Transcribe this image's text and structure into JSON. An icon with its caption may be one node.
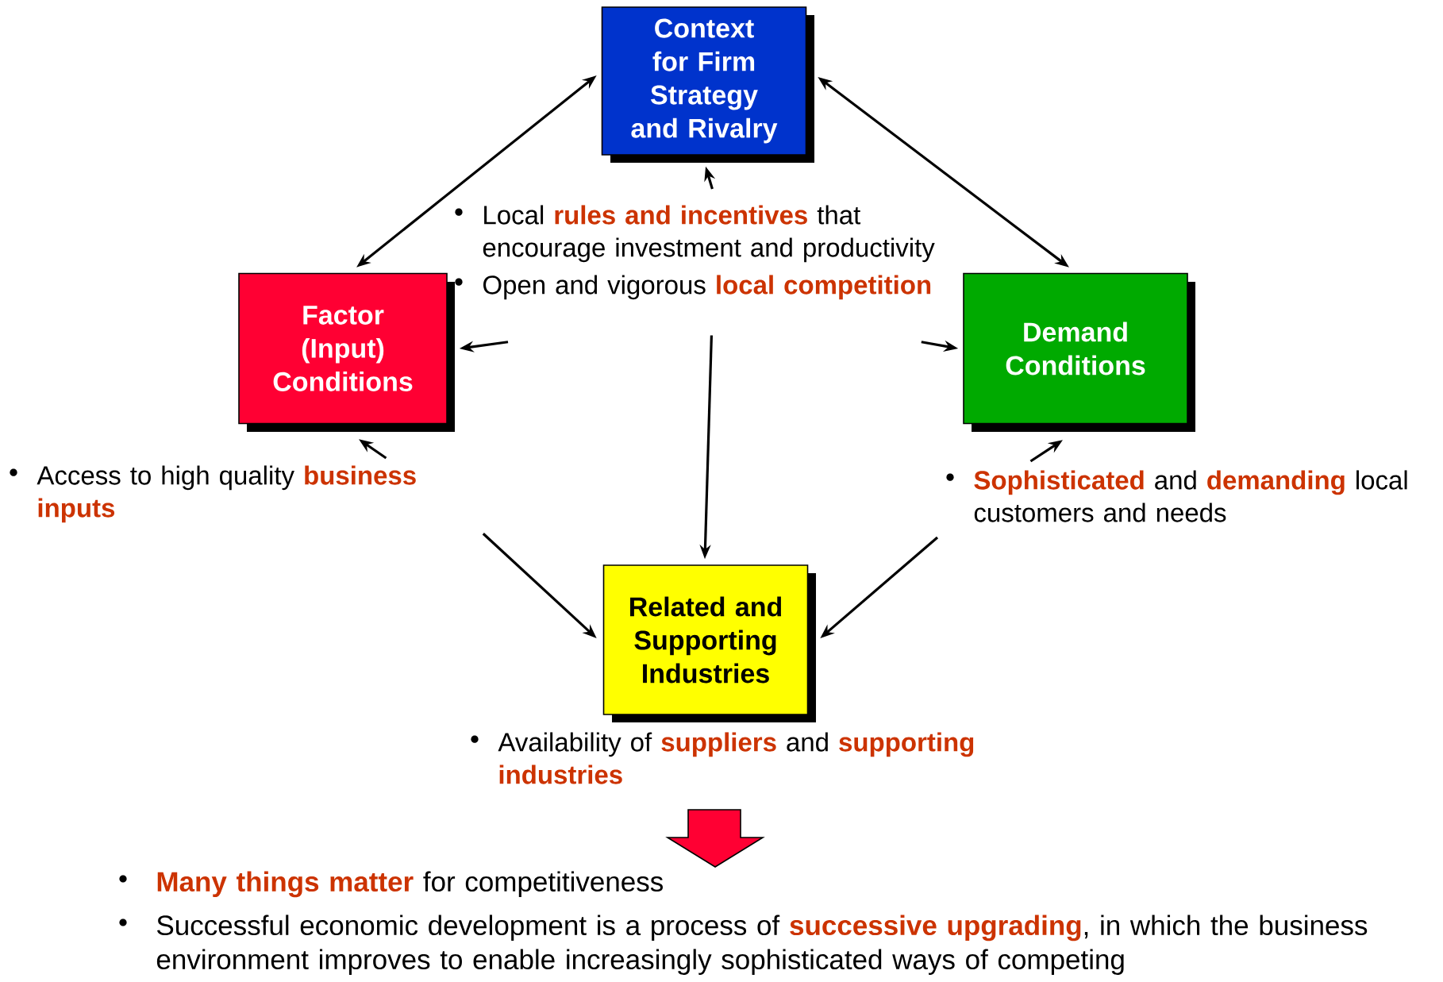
{
  "diagram": {
    "nodes": [
      {
        "text": [
          "Context for Firm Strategy and Rivalry"
        ]
      },
      {
        "text": [
          "Factor (Input) Conditions"
        ]
      },
      {
        "text": [
          "Demand Conditions"
        ]
      },
      {
        "text": [
          "Related and Supporting Industries"
        ]
      },
      {
        "text": [
          "Local **rules and incentives** that encourage investment and productivity",
          "Open and vigorous **local competition**"
        ]
      },
      {
        "text": [
          "Access to high quality **business inputs**"
        ]
      },
      {
        "text": [
          "**Sophisticated** and **demanding** local customers and needs"
        ]
      },
      {
        "text": [
          "Availability of **suppliers** and **supporting industries**"
        ]
      }
    ],
    "edges": [
      {
        "from": 1,
        "to": 0,
        "arrow": "both"
      },
      {
        "from": 0,
        "to": 2,
        "arrow": "both"
      },
      {
        "from": 4,
        "to": 0,
        "arrow": "to"
      },
      {
        "from": 4,
        "to": 1,
        "arrow": "to"
      },
      {
        "from": 4,
        "to": 2,
        "arrow": "to"
      },
      {
        "from": 4,
        "to": 3,
        "arrow": "to"
      },
      {
        "from": 5,
        "to": 1,
        "arrow": "to"
      },
      {
        "from": 6,
        "to": 2,
        "arrow": "to"
      },
      {
        "from": 5,
        "to": 3,
        "arrow": "to"
      },
      {
        "from": 6,
        "to": 3,
        "arrow": "to"
      }
    ],
    "labels": [
      "**Many things matter** for competitiveness",
      "Successful economic development is a process of **successive upgrading**, in which the business environment improves to enable increasingly sophisticated ways of competing"
    ]
  }
}
